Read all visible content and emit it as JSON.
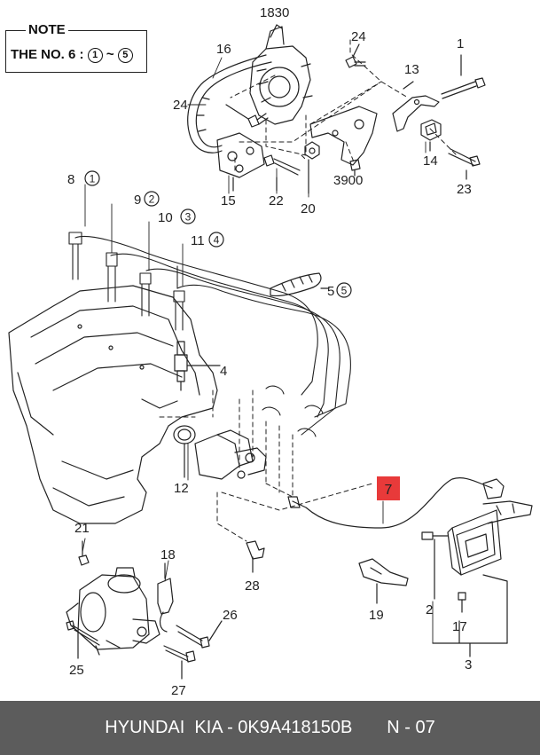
{
  "note": {
    "title": "NOTE",
    "text_prefix": "THE NO. 6 :",
    "range_start": "1",
    "range_sep": "~",
    "range_end": "5"
  },
  "callouts": {
    "c1830": "1830",
    "c3900": "3900",
    "c1": "1",
    "c2": "2",
    "c3": "3",
    "c4": "4",
    "c5": "5",
    "c5_circ": "5",
    "c7": "7",
    "c8": "8",
    "c8_circ": "1",
    "c9": "9",
    "c9_circ": "2",
    "c10": "10",
    "c10_circ": "3",
    "c11": "11",
    "c11_circ": "4",
    "c12": "12",
    "c13": "13",
    "c14": "14",
    "c15": "15",
    "c16": "16",
    "c17": "17",
    "c18": "18",
    "c19": "19",
    "c20": "20",
    "c21": "21",
    "c22": "22",
    "c23": "23",
    "c24a": "24",
    "c24b": "24",
    "c25": "25",
    "c26": "26",
    "c27": "27",
    "c28": "28"
  },
  "highlight_color": "#e83a3a",
  "footer": {
    "brand": "HYUNDAI  KIA - 0K9A418150B",
    "page": "N - 07"
  }
}
